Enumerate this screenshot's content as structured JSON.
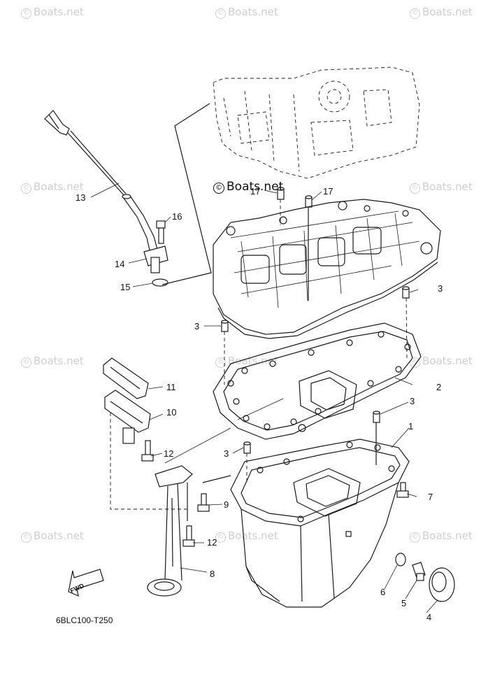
{
  "watermark": "Boats.net",
  "watermark_symbol": "©",
  "diagram_code": "6BLC100-T250",
  "fwd_label": "FWD",
  "callouts": {
    "c1": "1",
    "c2": "2",
    "c3a": "3",
    "c3b": "3",
    "c3c": "3",
    "c3d": "3",
    "c4": "4",
    "c5": "5",
    "c6": "6",
    "c7": "7",
    "c8": "8",
    "c9": "9",
    "c10": "10",
    "c11": "11",
    "c12a": "12",
    "c12b": "12",
    "c13": "13",
    "c14": "14",
    "c15": "15",
    "c16": "16",
    "c17a": "17",
    "c17b": "17"
  },
  "colors": {
    "line": "#1a1a1a",
    "watermark": "#cfcfcf",
    "background": "#ffffff"
  }
}
